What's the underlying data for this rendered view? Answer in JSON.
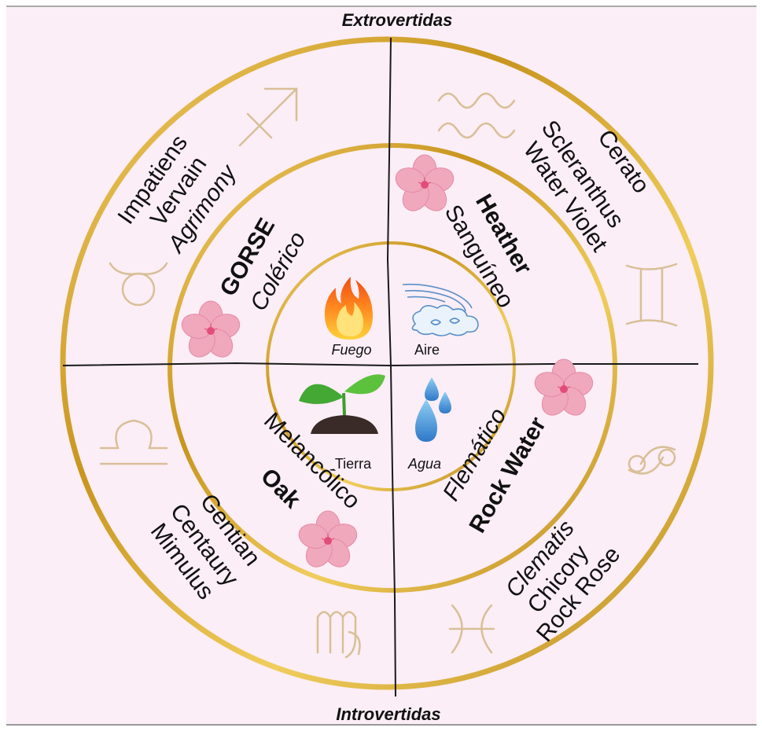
{
  "axis_labels": {
    "top": "Extrovertidas",
    "bottom": "Introvertidas"
  },
  "colors": {
    "background": "#fbeef6",
    "gold": "#d6a92c",
    "gold_dark": "#b8860b",
    "zodiac": "#d9bf98",
    "flower": "#f0a8bd",
    "flower_center": "#e24d7a",
    "text": "#111111"
  },
  "quadrants": {
    "top_left": {
      "remedy": "GORSE",
      "temperament": "Colérico",
      "element": "Fuego",
      "element_icon": "fire-icon",
      "outer_remedies": [
        "Impatiens",
        "Vervain",
        "Agrimony"
      ],
      "outer_styles": [
        "normal",
        "normal",
        "italic"
      ],
      "zodiac_icons": [
        "sagittarius-icon",
        "taurus-icon"
      ]
    },
    "top_right": {
      "remedy": "Heather",
      "temperament": "Sanguíneo",
      "element": "Aire",
      "element_icon": "cloud-wind-icon",
      "outer_remedies": [
        "Cerato",
        "Scleranthus",
        "Water Violet"
      ],
      "outer_styles": [
        "normal",
        "normal",
        "normal"
      ],
      "zodiac_icons": [
        "aquarius-icon",
        "gemini-icon"
      ]
    },
    "bottom_left": {
      "remedy": "Oak",
      "temperament": "Melancólico",
      "element": "Tierra",
      "element_icon": "sprout-icon",
      "outer_remedies": [
        "Gentian",
        "Centaury",
        "Mimulus"
      ],
      "outer_styles": [
        "normal",
        "normal",
        "normal"
      ],
      "zodiac_icons": [
        "libra-icon",
        "virgo-icon"
      ]
    },
    "bottom_right": {
      "remedy": "Rock Water",
      "temperament": "Flemático",
      "element": "Agua",
      "element_icon": "water-drops-icon",
      "outer_remedies": [
        "Clematis",
        "Chicory",
        "Rock Rose"
      ],
      "outer_styles": [
        "italic",
        "normal",
        "normal"
      ],
      "zodiac_icons": [
        "cancer-icon",
        "pisces-icon"
      ]
    }
  }
}
